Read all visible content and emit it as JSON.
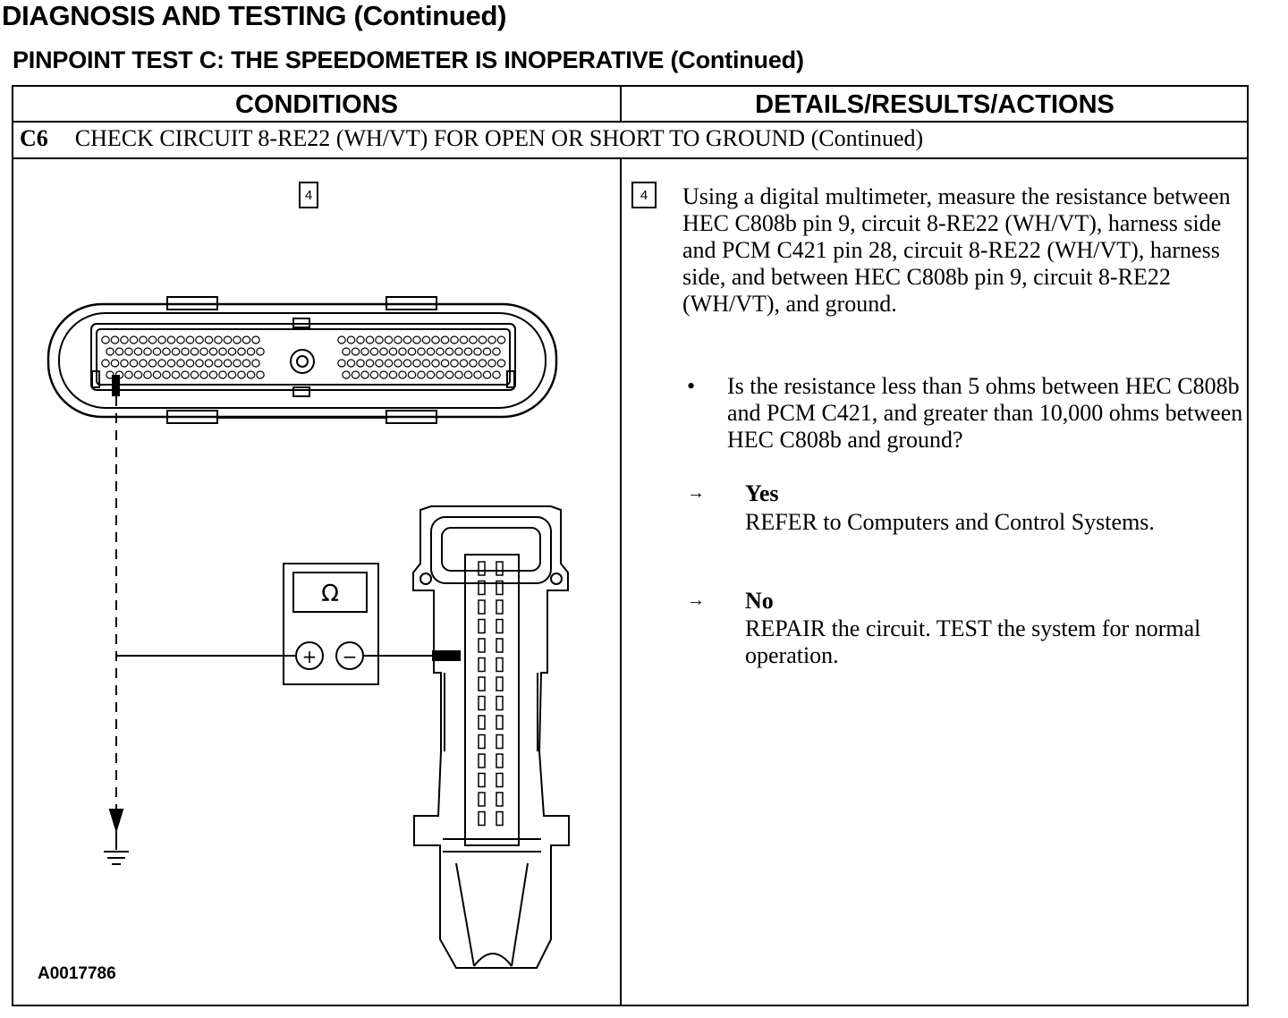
{
  "header": {
    "doc_title": "DIAGNOSIS AND TESTING (Continued)",
    "test_title": "PINPOINT TEST C:  THE SPEEDOMETER IS INOPERATIVE (Continued)"
  },
  "table": {
    "col_conditions": "CONDITIONS",
    "col_details": "DETAILS/RESULTS/ACTIONS",
    "step_code": "C6",
    "step_title": "CHECK CIRCUIT 8-RE22 (WH/VT) FOR OPEN OR SHORT TO GROUND (Continued)"
  },
  "conditions": {
    "step_number": "4",
    "meter_symbol": "Ω",
    "meter_plus": "+",
    "meter_minus": "−",
    "figure_id": "A0017786"
  },
  "details": {
    "step_number": "4",
    "instruction": "Using a digital multimeter, measure the resistance between HEC C808b pin 9, circuit 8-RE22 (WH/VT), harness side and PCM C421 pin 28, circuit 8-RE22 (WH/VT), harness side, and between HEC C808b pin 9, circuit 8-RE22 (WH/VT), and ground.",
    "bullet": "•",
    "question": "Is the resistance less than 5 ohms between HEC C808b and PCM C421, and greater than 10,000 ohms between HEC C808b and ground?",
    "arrow": "→",
    "yes_label": "Yes",
    "yes_action": "REFER to Computers and Control Systems.",
    "no_label": "No",
    "no_action": "REPAIR the circuit. TEST the system for normal operation."
  }
}
